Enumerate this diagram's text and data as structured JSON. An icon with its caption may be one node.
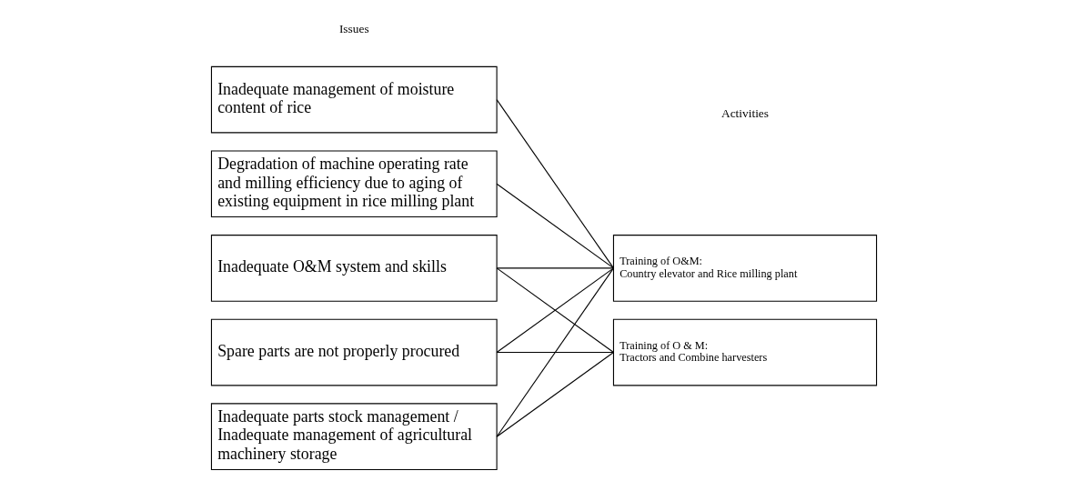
{
  "diagram": {
    "nodes": [
      {
        "text": [
          "Inadequate management of moisture content of rice"
        ]
      },
      {
        "text": [
          "Degradation of machine operating rate and milling efficiency due to aging of existing equipment in rice milling plant"
        ]
      },
      {
        "text": [
          "Inadequate O&M system and skills"
        ]
      },
      {
        "text": [
          "Spare parts are not properly procured"
        ]
      },
      {
        "text": [
          "Inadequate parts stock management / Inadequate management of agricultural machinery storage"
        ]
      },
      {
        "text": [
          "Training of O&M:",
          "Country elevator and Rice milling plant"
        ]
      },
      {
        "text": [
          "Training of O & M:",
          "Tractors and Combine harvesters"
        ]
      }
    ],
    "edges": [
      {
        "from": 0,
        "to": 5,
        "arrow": "none"
      },
      {
        "from": 1,
        "to": 5,
        "arrow": "none"
      },
      {
        "from": 2,
        "to": 5,
        "arrow": "none"
      },
      {
        "from": 2,
        "to": 6,
        "arrow": "none"
      },
      {
        "from": 3,
        "to": 5,
        "arrow": "none"
      },
      {
        "from": 3,
        "to": 6,
        "arrow": "none"
      },
      {
        "from": 4,
        "to": 5,
        "arrow": "none"
      },
      {
        "from": 4,
        "to": 6,
        "arrow": "none"
      }
    ],
    "labels": [
      "Issues",
      "Activities"
    ]
  }
}
